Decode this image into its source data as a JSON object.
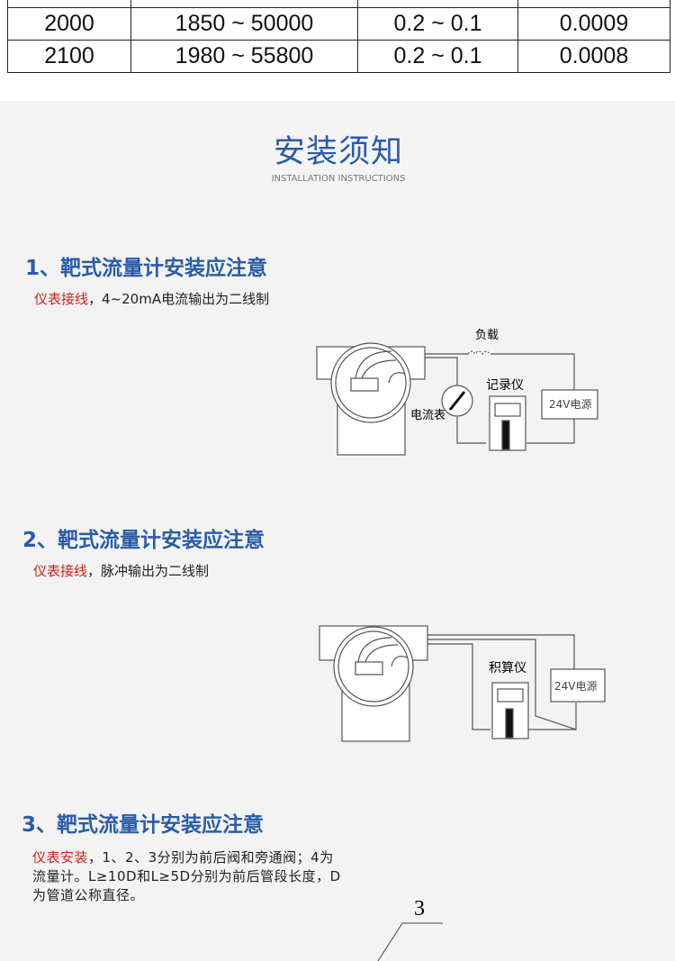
{
  "table": {
    "rows": [
      [
        "",
        "",
        "",
        ""
      ],
      [
        "2000",
        "1850 ~ 50000",
        "0.2 ~ 0.1",
        "0.0009"
      ],
      [
        "2100",
        "1980 ~ 55800",
        "0.2 ~ 0.1",
        "0.0008"
      ]
    ]
  },
  "header": {
    "title": "安装须知",
    "subtitle": "INSTALLATION INSTRUCTIONS"
  },
  "sections": [
    {
      "title": "1、靶式流量计安装应注意",
      "highlight": "仪表接线",
      "text": "，4~20mA电流输出为二线制",
      "diagram": {
        "load": "负载",
        "ammeter": "电流表",
        "recorder": "记录仪",
        "power": "24V电源"
      }
    },
    {
      "title": "2、靶式流量计安装应注意",
      "highlight": "仪表接线",
      "text": "，脉冲输出为二线制",
      "diagram": {
        "totalizer": "积算仪",
        "power": "24V电源"
      }
    },
    {
      "title": "3、靶式流量计安装应注意",
      "highlight": "仪表安装",
      "text": "，1、2、3分别为前后阀和旁通阀；4为流量计。L≥10D和L≥5D分别为前后管段长度，D为管道公称直径。",
      "diagram": {
        "label3": "3"
      }
    }
  ]
}
